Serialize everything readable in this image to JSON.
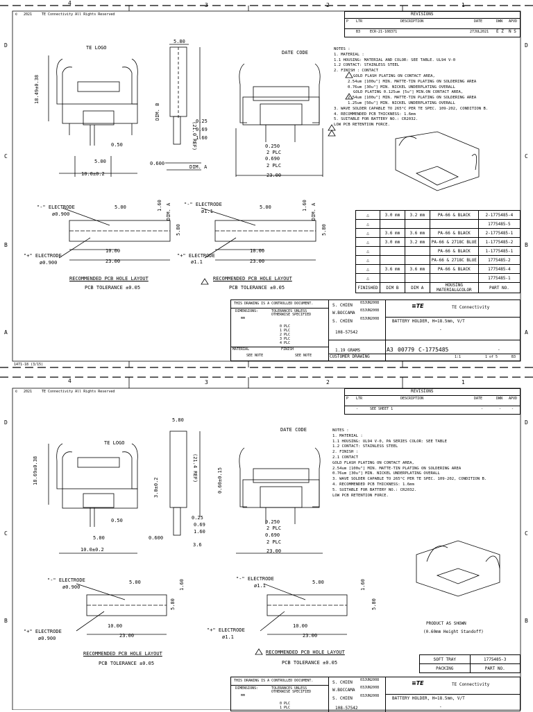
{
  "sheet1": {
    "copyright": "2021",
    "rights": "TE Connectivity All Rights Reserved",
    "zone_cols": [
      "4",
      "3",
      "2",
      "1"
    ],
    "zone_rows": [
      "D",
      "C",
      "B",
      "A"
    ],
    "revisions": {
      "title": "REVISIONS",
      "headers": [
        "P",
        "LTR",
        "DESCRIPTION",
        "DATE",
        "DWN",
        "APVD"
      ],
      "row": [
        "",
        "B3",
        "ECR-21-108371",
        "27JUL2021",
        "E Z",
        "N S"
      ]
    },
    "labels": {
      "te_logo": "TE LOGO",
      "date_code": "DATE CODE",
      "dim_580": "5.80",
      "dim_1849": "18.49±0.38",
      "dim_210": "(21.0 REF)",
      "dim_b": "DIM. B",
      "dim_025": "0.25",
      "dim_069": "0.69",
      "dim_160": "1.60",
      "dim_050": "0.50",
      "dim_500": "5.00",
      "dim_10": "10.0±0.2",
      "dim_0600": "0.600",
      "dim_a": "DIM. A",
      "dim_0250": "0.250",
      "plc1": "2 PLC",
      "dim_0690": "0.690",
      "plc2": "2 PLC",
      "dim_2300": "23.00"
    },
    "notes": [
      "NOTES :",
      "1. MATERIAL :",
      "   1.1 HOUSING: MATERIAL AND COLOR: SEE TABLE. UL94 V-0",
      "   1.2 CONTACT: STAINLESS STEEL",
      "2. FINISH : CONTACT",
      "     GOLD FLASH PLATING ON CONTACT AREA,",
      "     2.54um [100u\"] MIN. MATTE-TIN PLATING ON SOLDERING AREA",
      "     0.76um [30u\"] MIN. NICKEL UNDERPLATING OVERALL",
      "     GOLD PLATING 0.125um [5u\"] MIN.ON CONTACT AREA,",
      "     2.54um [100u\"] MIN. MATTE-TIN PLATING ON SOLDERING AREA",
      "     1.25um [50u\"] MIN. NICKEL UNDERPLATING OVERALL",
      "3. WAVE SOLDER CAPABLE TO 265°C PER TE SPEC. 109-202, CONDITION B.",
      "4. RECOMMENDED PCB THICKNESS: 1.6mm",
      "5. SUITABLE FOR BATTERY NO.: CR2032.",
      "   LOW PCB RETENTION FORCE."
    ],
    "layout_left": {
      "neg": "\"-\" ELECTRODE",
      "neg_d": "ø0.900",
      "pos": "\"+\" ELECTRODE",
      "pos_d": "ø0.900",
      "d500": "5.00",
      "d160": "1.60",
      "d580": "5.80",
      "dima": "DIM. A",
      "d1000": "10.00",
      "d2300": "23.00",
      "title": "RECOMMENDED PCB HOLE LAYOUT",
      "tol": "PCB TOLERANCE ±0.05"
    },
    "layout_right": {
      "neg": "\"-\" ELECTRODE",
      "neg_d": "ø1.1",
      "pos": "\"+\" ELECTRODE",
      "pos_d": "ø1.1",
      "d500": "5.00",
      "d160": "1.60",
      "d580": "5.80",
      "dima": "DIM. A",
      "d1000": "10.00",
      "d2300": "23.00",
      "title": "RECOMMENDED PCB HOLE LAYOUT",
      "tol": "PCB TOLERANCE ±0.05"
    },
    "table": {
      "rows": [
        [
          "3.0 mm",
          "3.2 mm",
          "PA-66 & BLACK",
          "2-1775485-4"
        ],
        [
          "",
          "",
          "",
          "1775485-5"
        ],
        [
          "3.6 mm",
          "3.6 mm",
          "PA-66 & BLACK",
          "2-1775485-1"
        ],
        [
          "3.0 mm",
          "3.2 mm",
          "PA-66 & 2718C BLUE",
          "1-1775485-2"
        ],
        [
          "",
          "",
          "PA-66 & BLACK",
          "1-1775485-1"
        ],
        [
          "",
          "",
          "PA-66 & 2718C BLUE",
          "1775485-2"
        ],
        [
          "3.6 mm",
          "3.6 mm",
          "PA-66 & BLACK",
          "1775485-4"
        ],
        [
          "",
          "",
          "",
          "1775485-1"
        ]
      ],
      "header": [
        "FINISHED",
        "DIM B",
        "DIM A",
        "HOUSING MATERIAL&COLOR",
        "PART NO."
      ]
    },
    "titleblock": {
      "controlled": "THIS DRAWING IS A CONTROLLED DOCUMENT.",
      "dimensions": "DIMENSIONS:",
      "mm": "mm",
      "tolerances": "TOLERANCES UNLESS OTHERWISE SPECIFIED",
      "plc0": "0 PLC",
      "plc1": "1 PLC",
      "plc2": "2 PLC",
      "plc3": "3 PLC",
      "plc4": "4 PLC",
      "material": "MATERIAL",
      "finish": "FINISH",
      "see_note": "SEE NOTE",
      "see_note2": "SEE NOTE",
      "dwn": "S. CHIEN",
      "chk": "W.BOCCAMA",
      "appr": "S. CHIEN",
      "date1": "03JUN2008",
      "date2": "03JUN2008",
      "date3": "03JUN2008",
      "company": "TE Connectivity",
      "name": "BATTERY HOLDER, H=18.5mm, V/T",
      "spec": "108-57542",
      "weight": "1.19 GRAMS",
      "size": "A3",
      "cage": "00779",
      "dwg": "C-1775485",
      "scale": "1:1",
      "sheet": "1 of 5",
      "rev": "B3",
      "customer": "CUSTOMER DRAWING",
      "dash": "-"
    },
    "form": "1471-18  (3/15)"
  },
  "sheet2": {
    "copyright": "2021",
    "rights": "TE Connectivity All Rights Reserved",
    "revisions": {
      "title": "REVISIONS",
      "row": [
        "",
        "-",
        "SEE SHEET 1",
        "-",
        "-",
        "-"
      ]
    },
    "labels": {
      "te_logo": "TE LOGO",
      "date_code": "DATE CODE",
      "dim_580": "5.80",
      "dim_1869": "18.69±0.38",
      "dim_214": "(21.4 REF)",
      "dim_30": "3.0±0.2",
      "dim_060": "0.60±0.15",
      "dim_025": "0.25",
      "dim_069": "0.69",
      "dim_160": "1.60",
      "dim_050": "0.50",
      "dim_500": "5.00",
      "dim_10": "10.0±0.2",
      "dim_0600": "0.600",
      "dim_36": "3.6",
      "dim_0250": "0.250",
      "plc1": "2 PLC",
      "dim_0690": "0.690",
      "plc2": "2 PLC",
      "dim_2300": "23.00"
    },
    "notes": [
      "NOTES :",
      "1. MATERIAL :",
      "   1.1 HOUSING: UL94 V-0, PA SERIES COLOR: SEE TABLE",
      "   1.2 CONTACT: STAINLESS STEEL",
      "2. FINISH :",
      "   2.1 CONTACT",
      "       GOLD FLASH PLATING ON CONTACT AREA,",
      "       2.54um [100u\"] MIN. MATTE-TIN PLATING ON SOLDERING AREA",
      "       0.76um [30u\"] MIN. NICKEL UNDERPLATING OVERALL",
      "3. WAVE SOLDER CAPABLE TO 265°C PER TE SPEC. 109-202, CONDITION B.",
      "4. RECOMMENDED PCB THICKNESS: 1.6mm",
      "5. SUITABLE FOR BATTERY NO.: CR2032.",
      "   LOW PCB RETENTION FORCE."
    ],
    "layout_left": {
      "neg": "\"-\" ELECTRODE",
      "neg_d": "ø0.900",
      "pos": "\"+\" ELECTRODE",
      "pos_d": "ø0.900",
      "d500": "5.00",
      "d160": "1.60",
      "d580": "5.80",
      "d1000": "10.00",
      "d2300": "23.00",
      "title": "RECOMMENDED PCB HOLE LAYOUT",
      "tol": "PCB TOLERANCE ±0.05"
    },
    "layout_right": {
      "neg": "\"-\" ELECTRODE",
      "neg_d": "ø1.1",
      "pos": "\"+\" ELECTRODE",
      "pos_d": "ø1.1",
      "d500": "5.00",
      "d160": "1.60",
      "d580": "5.80",
      "d1000": "10.00",
      "d2300": "23.00",
      "title": "RECOMMENDED PCB HOLE LAYOUT",
      "tol": "PCB TOLERANCE ±0.05"
    },
    "product": [
      "PRODUCT AS SHOWN",
      "(0.60mm Height Standoff)"
    ],
    "packing": {
      "row": [
        "SOFT TRAY",
        "1775485-3"
      ],
      "header": [
        "PACKING",
        "PART NO."
      ]
    },
    "titleblock": {
      "controlled": "THIS DRAWING IS A CONTROLLED DOCUMENT.",
      "dwn": "S. CHIEN",
      "chk": "W.BOCCAMA",
      "appr": "S. CHIEN",
      "date1": "03JUN2008",
      "date2": "03JUN2008",
      "date3": "03JUN2008",
      "company": "TE Connectivity",
      "name": "BATTERY HOLDER, H=18.5mm, V/T",
      "dash": "-",
      "spec": "108-57542"
    }
  }
}
